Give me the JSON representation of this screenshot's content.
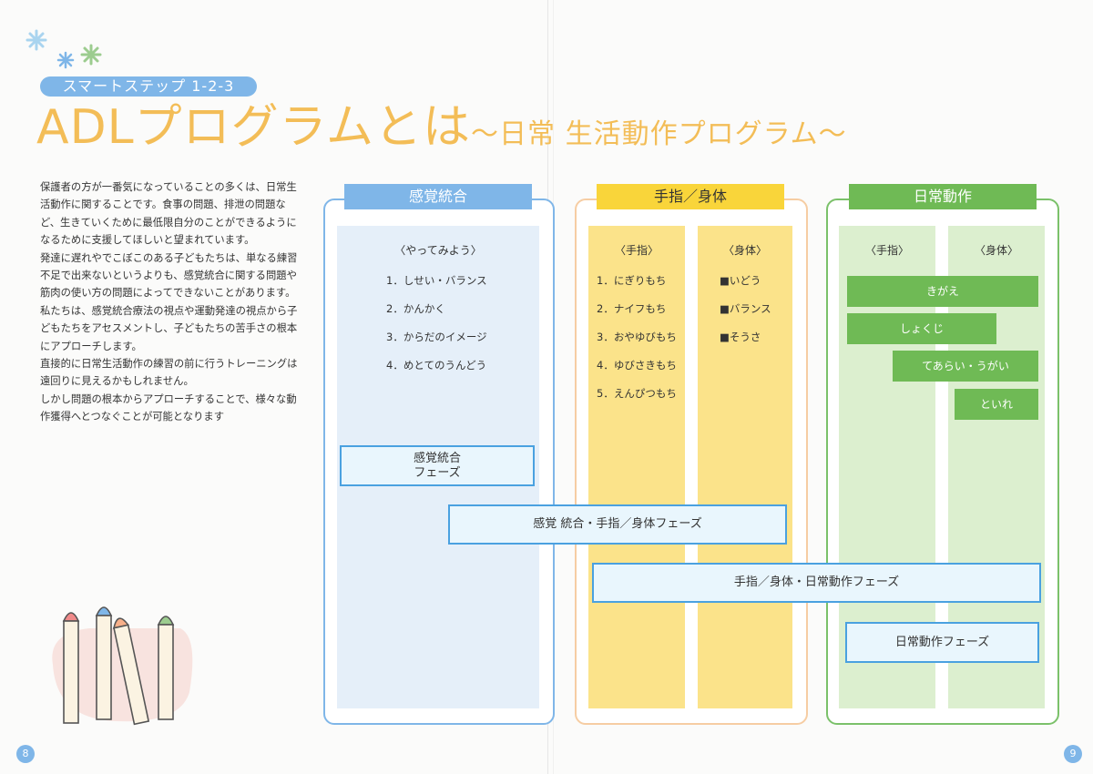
{
  "header": {
    "badge": "スマートステップ 1-2-3",
    "title_main": "ADLプログラムとは",
    "title_sub": "～日常 生活動作プログラム～"
  },
  "intro_paragraphs": [
    "保護者の方が一番気になっていることの多くは、日常生活動作に関することです。食事の問題、排泄の問題など、生きていくために最低限自分のことができるようになるために支援してほしいと望まれています。",
    "発達に遅れやでこぼこのある子どもたちは、単なる練習不足で出来ないというよりも、感覚統合に関する問題や筋肉の使い方の問題によってできないことがあります。",
    "私たちは、感覚統合療法の視点や運動発達の視点から子どもたちをアセスメントし、子どもたちの苦手さの根本にアプローチします。",
    "直接的に日常生活動作の練習の前に行うトレーニングは遠回りに見えるかもしれません。",
    "しかし問題の根本からアプローチすることで、様々な動作獲得へとつなぐことが可能となります"
  ],
  "columns": {
    "sensory": {
      "header": "感覚統合",
      "sub_label": "〈やってみよう〉",
      "items": [
        "1．しせい・バランス",
        "2．かんかく",
        "3．からだのイメージ",
        "4．めとてのうんどう"
      ]
    },
    "hand": {
      "header": "手指／身体",
      "left_label": "〈手指〉",
      "left_items": [
        "1．にぎりもち",
        "2．ナイフもち",
        "3．おやゆびもち",
        "4．ゆびさきもち",
        "5．えんぴつもち"
      ],
      "right_label": "〈身体〉",
      "right_items": [
        "■いどう",
        "■バランス",
        "■そうさ"
      ]
    },
    "daily": {
      "header": "日常動作",
      "left_label": "〈手指〉",
      "right_label": "〈身体〉",
      "bars": [
        "きがえ",
        "しょくじ",
        "てあらい・うがい",
        "といれ"
      ]
    }
  },
  "phases": {
    "p1_line1": "感覚統合",
    "p1_line2": "フェーズ",
    "p2": "感覚 統合・手指／身体フェーズ",
    "p3": "手指／身体・日常動作フェーズ",
    "p4": "日常動作フェーズ"
  },
  "page_numbers": {
    "left": "8",
    "right": "9"
  },
  "colors": {
    "blue": "#7fb6e8",
    "yellow": "#f9d53a",
    "green": "#6fba55",
    "title_orange": "#f3bd57",
    "phase_border": "#4aa1e0"
  }
}
